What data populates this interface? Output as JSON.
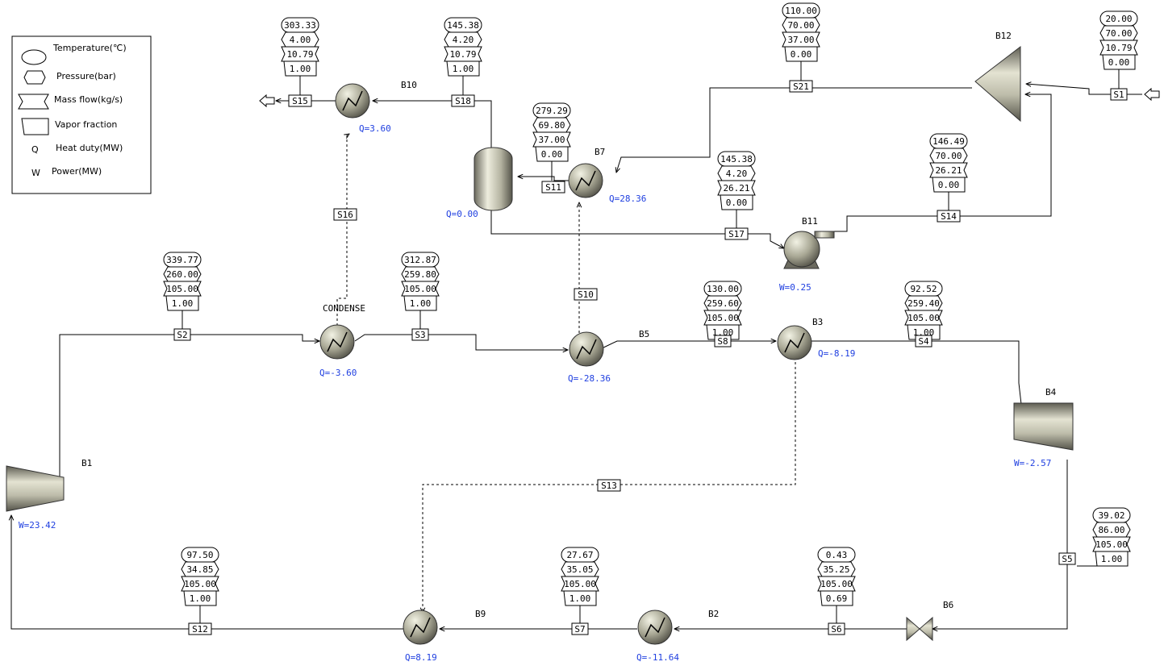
{
  "legend": {
    "temperature": "Temperature(℃)",
    "pressure": "Pressure(bar)",
    "mass_flow": "Mass flow(kg/s)",
    "vapor_fraction": "Vapor fraction",
    "heat_symbol": "Q",
    "heat_duty": "Heat duty(MW)",
    "power_symbol": "W",
    "power": "Power(MW)"
  },
  "streams": [
    {
      "id": "S1",
      "values": [
        "20.00",
        "70.00",
        "10.79",
        "0.00"
      ]
    },
    {
      "id": "S2",
      "values": [
        "339.77",
        "260.00",
        "105.00",
        "1.00"
      ]
    },
    {
      "id": "S3",
      "values": [
        "312.87",
        "259.80",
        "105.00",
        "1.00"
      ]
    },
    {
      "id": "S4",
      "values": [
        "92.52",
        "259.40",
        "105.00",
        "1.00"
      ]
    },
    {
      "id": "S5",
      "values": [
        "39.02",
        "86.00",
        "105.00",
        "1.00"
      ]
    },
    {
      "id": "S6",
      "values": [
        "0.43",
        "35.25",
        "105.00",
        "0.69"
      ]
    },
    {
      "id": "S7",
      "values": [
        "27.67",
        "35.05",
        "105.00",
        "1.00"
      ]
    },
    {
      "id": "S8",
      "values": [
        "130.00",
        "259.60",
        "105.00",
        "1.00"
      ]
    },
    {
      "id": "S11",
      "values": [
        "279.29",
        "69.80",
        "37.00",
        "0.00"
      ]
    },
    {
      "id": "S12",
      "values": [
        "97.50",
        "34.85",
        "105.00",
        "1.00"
      ]
    },
    {
      "id": "S14",
      "values": [
        "146.49",
        "70.00",
        "26.21",
        "0.00"
      ]
    },
    {
      "id": "S15",
      "values": [
        "303.33",
        "4.00",
        "10.79",
        "1.00"
      ]
    },
    {
      "id": "S17",
      "values": [
        "145.38",
        "4.20",
        "26.21",
        "0.00"
      ]
    },
    {
      "id": "S18",
      "values": [
        "145.38",
        "4.20",
        "10.79",
        "1.00"
      ]
    },
    {
      "id": "S21",
      "values": [
        "110.00",
        "70.00",
        "37.00",
        "0.00"
      ]
    }
  ],
  "stream_tags": [
    "S1",
    "S2",
    "S3",
    "S4",
    "S5",
    "S6",
    "S7",
    "S8",
    "S10",
    "S11",
    "S12",
    "S13",
    "S14",
    "S15",
    "S16",
    "S17",
    "S18",
    "S21"
  ],
  "blocks": {
    "B1": "B1",
    "B2": "B2",
    "B3": "B3",
    "B4": "B4",
    "B5": "B5",
    "B6": "B6",
    "B7": "B7",
    "B9": "B9",
    "B10": "B10",
    "B11": "B11",
    "B12": "B12",
    "condense": "CONDENSE"
  },
  "duties": {
    "b1_power": "W=23.42",
    "b4_power": "W=-2.57",
    "b11_power": "W=0.25",
    "condense_q": "Q=-3.60",
    "b10_q": "Q=3.60",
    "b5_q": "Q=-28.36",
    "b7_q": "Q=28.36",
    "b3_q": "Q=-8.19",
    "b9_q": "Q=8.19",
    "b2_q": "Q=-11.64",
    "flash_q": "Q=0.00"
  }
}
